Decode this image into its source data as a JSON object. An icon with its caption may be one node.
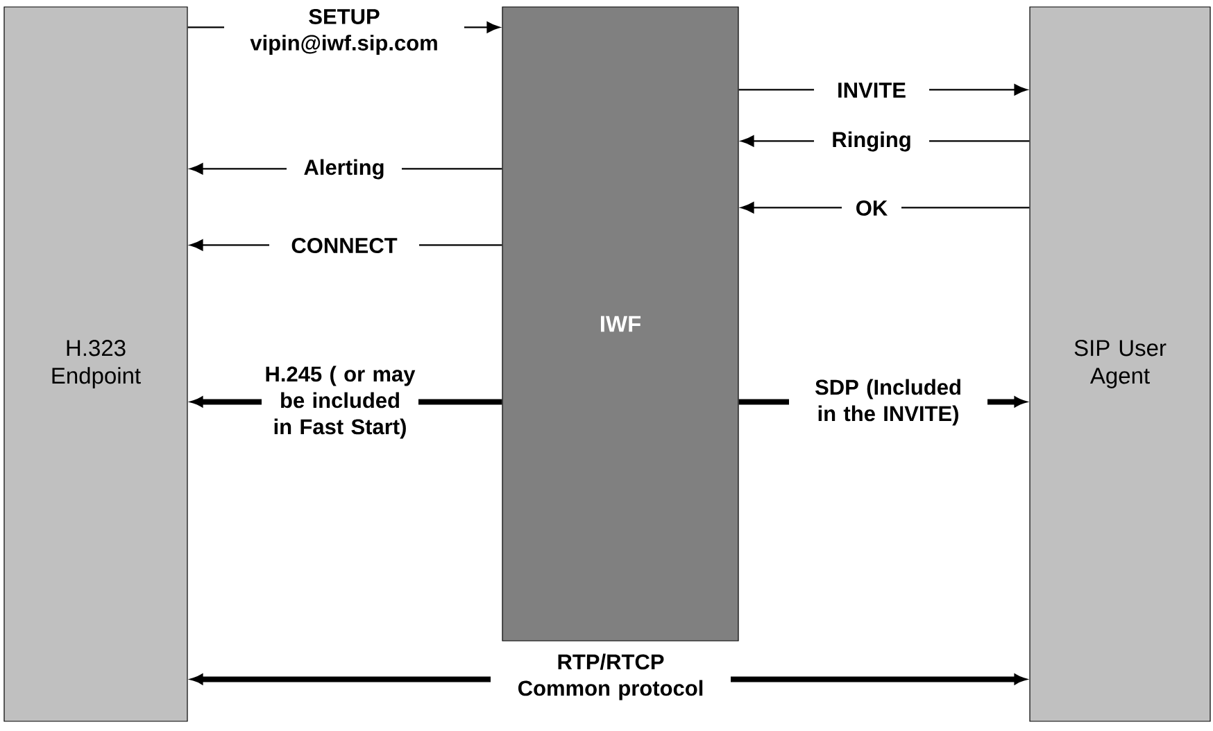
{
  "diagram": {
    "nodes": [
      {
        "text": [
          "H.323 Endpoint"
        ]
      },
      {
        "text": [
          "IWF"
        ]
      },
      {
        "text": [
          "SIP User Agent"
        ]
      }
    ],
    "edges": [
      {
        "from": 0,
        "to": 1,
        "arrow": "to",
        "label": "SETUP vipin@iwf.sip.com"
      },
      {
        "from": 1,
        "to": 2,
        "arrow": "to",
        "label": "INVITE"
      },
      {
        "from": 2,
        "to": 1,
        "arrow": "to",
        "label": "Ringing"
      },
      {
        "from": 1,
        "to": 0,
        "arrow": "to",
        "label": "Alerting"
      },
      {
        "from": 2,
        "to": 1,
        "arrow": "to",
        "label": "OK"
      },
      {
        "from": 1,
        "to": 0,
        "arrow": "to",
        "label": "CONNECT"
      },
      {
        "from": 1,
        "to": 0,
        "arrow": "to",
        "style": "thick",
        "label": "H.245 ( or may be included in Fast Start)"
      },
      {
        "from": 1,
        "to": 2,
        "arrow": "to",
        "style": "thick",
        "label": "SDP (Included in the INVITE)"
      },
      {
        "from": 0,
        "to": 2,
        "arrow": "both",
        "style": "thick",
        "label": "RTP/RTCP Common protocol"
      }
    ]
  }
}
